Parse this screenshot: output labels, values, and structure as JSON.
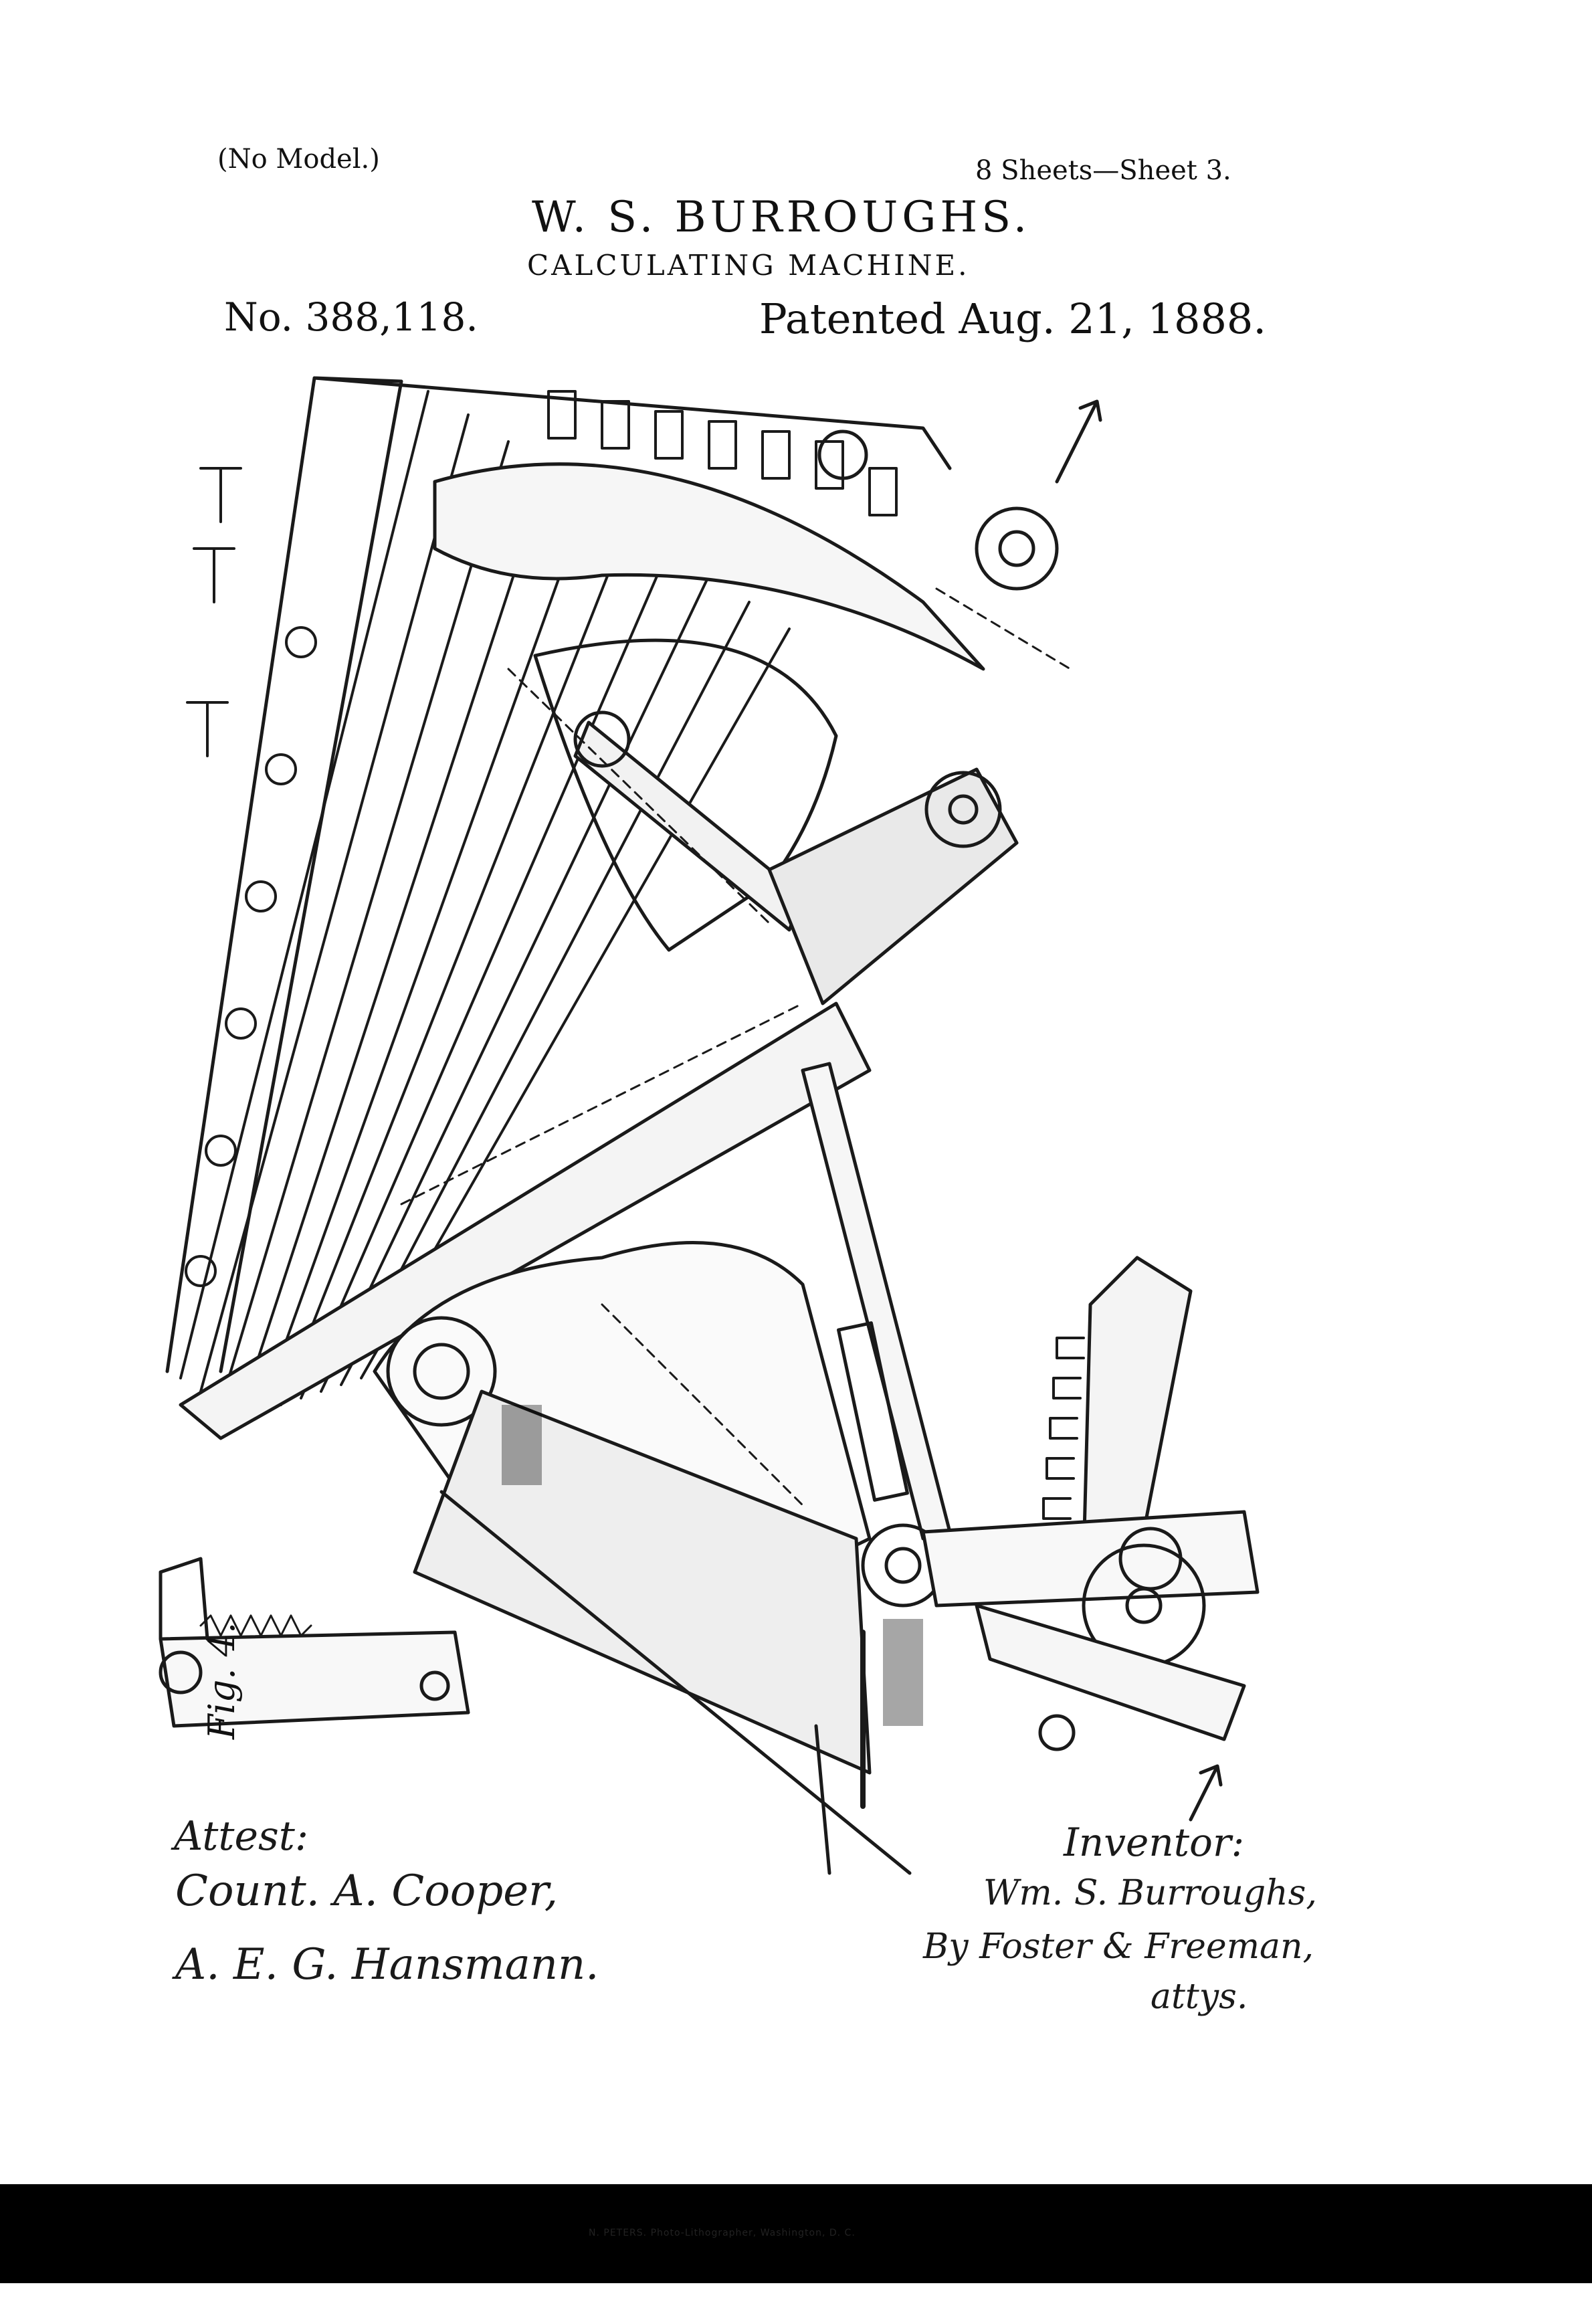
{
  "header": {
    "no_model": "(No Model.)",
    "sheets": "8 Sheets—Sheet 3.",
    "inventor": "W. S. BURROUGHS.",
    "title": "CALCULATING MACHINE.",
    "patent_no": "No. 388,118.",
    "patent_date": "Patented Aug. 21, 1888."
  },
  "figure": {
    "label": "Fig. 4."
  },
  "signatures": {
    "attest_label": "Attest:",
    "witness_1": "Count. A. Cooper,",
    "witness_2": "A. E. G. Hansmann.",
    "inventor_label": "Inventor:",
    "inventor_signature": "Wm. S. Burroughs,",
    "attorney": "By Foster & Freeman,",
    "attorney_suffix": "attys."
  },
  "footer": {
    "printer": "N. PETERS. Photo-Lithographer, Washington, D. C."
  },
  "colors": {
    "ink": "#111111",
    "paper": "#ffffff",
    "band": "#000000"
  }
}
